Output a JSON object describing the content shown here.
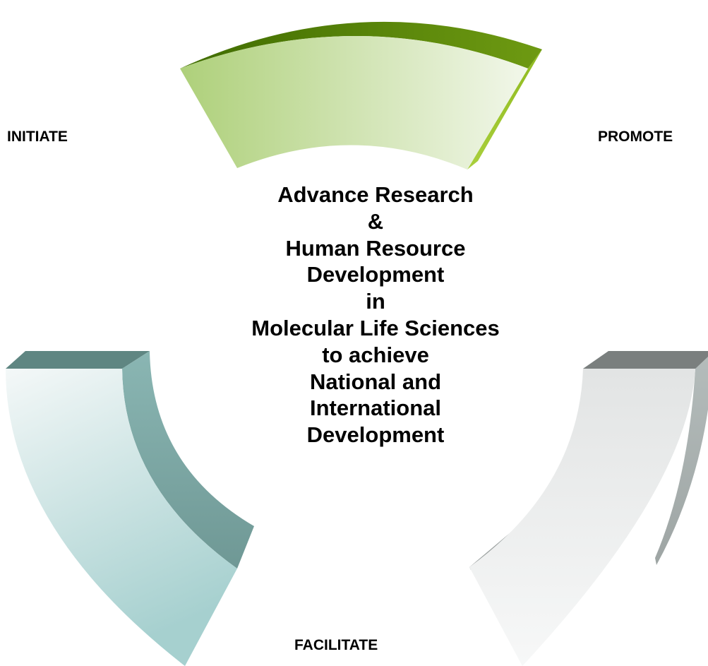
{
  "diagram": {
    "labels": {
      "initiate": "INITIATE",
      "promote": "PROMOTE",
      "facilitate": "FACILITATE"
    },
    "center_lines": [
      "Advance Research",
      "&",
      "Human Resource",
      "Development",
      "in",
      "Molecular Life Sciences",
      "to achieve",
      "National and",
      "International",
      "Development"
    ],
    "segments": [
      {
        "name": "top-segment",
        "colors": {
          "face_left": "#aed07a",
          "face_right": "#f2f7ea",
          "top": "#5d8a06",
          "side": "#8fba1f"
        }
      },
      {
        "name": "left-segment",
        "colors": {
          "face_top": "#f4f8f8",
          "face_bottom": "#a6d0cf",
          "top": "#5f8682",
          "side": "#7ea9a6"
        }
      },
      {
        "name": "right-segment",
        "colors": {
          "face_top": "#e4e6e6",
          "face_bottom": "#f6f7f7",
          "top": "#7a7f7e",
          "side": "#b4bcbb"
        }
      }
    ]
  }
}
